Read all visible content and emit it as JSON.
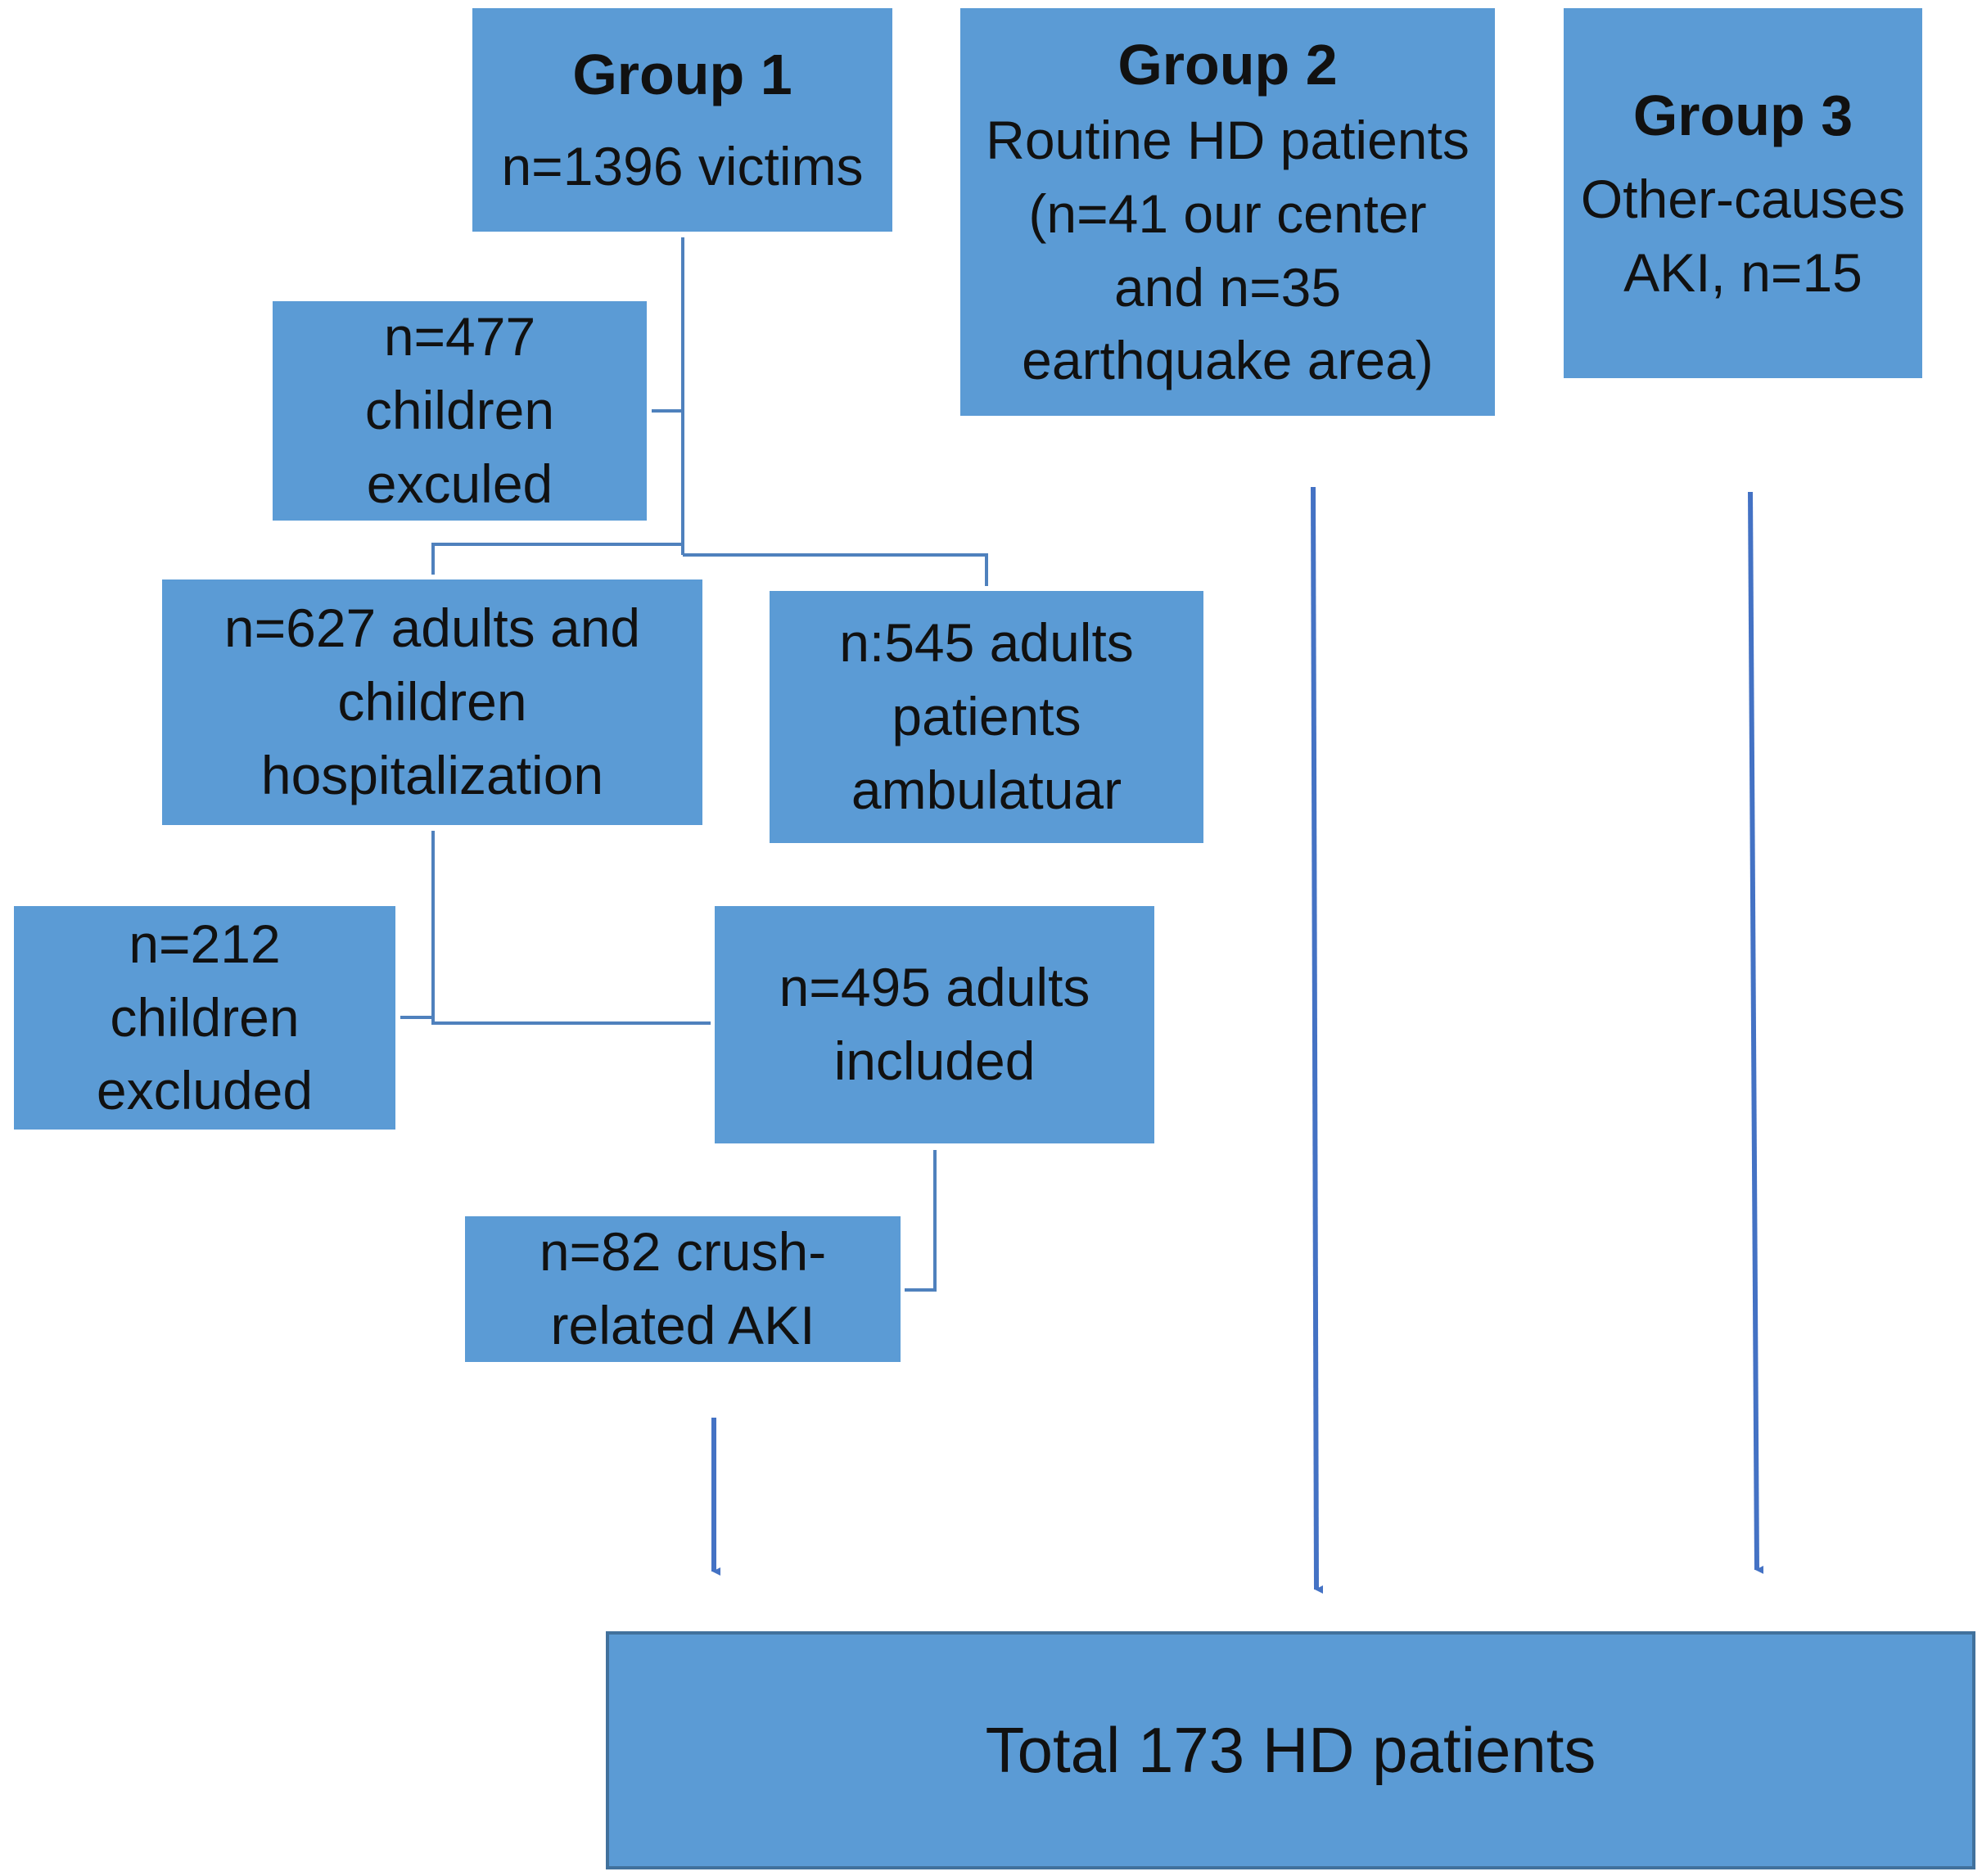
{
  "colors": {
    "box_fill": "#5b9bd5",
    "connector": "#4f81bd",
    "arrow": "#4472c4",
    "total_border": "#41719c",
    "text": "#111111"
  },
  "group1": {
    "heading": "Group 1",
    "lines": [
      "n=1396 victims"
    ]
  },
  "group2": {
    "heading": "Group 2",
    "lines": [
      "Routine HD patients",
      "(n=41 our center",
      "and n=35",
      "earthquake area)"
    ]
  },
  "group3": {
    "heading": "Group 3",
    "lines": [
      "Other-causes",
      "AKI, n=15"
    ]
  },
  "children_477": {
    "lines": [
      "n=477",
      "children",
      "exculed"
    ]
  },
  "hospitalization_627": {
    "lines": [
      "n=627 adults and",
      "children",
      "hospitalization"
    ]
  },
  "ambulatory_545": {
    "lines": [
      "n:545 adults",
      "patients",
      "ambulatuar"
    ]
  },
  "children_212": {
    "lines": [
      "n=212",
      "children",
      "excluded"
    ]
  },
  "adults_495": {
    "lines": [
      "n=495 adults",
      "included"
    ]
  },
  "crush_82": {
    "lines": [
      "n=82 crush-",
      "related AKI"
    ]
  },
  "total": {
    "lines": [
      "Total 173 HD patients"
    ]
  }
}
